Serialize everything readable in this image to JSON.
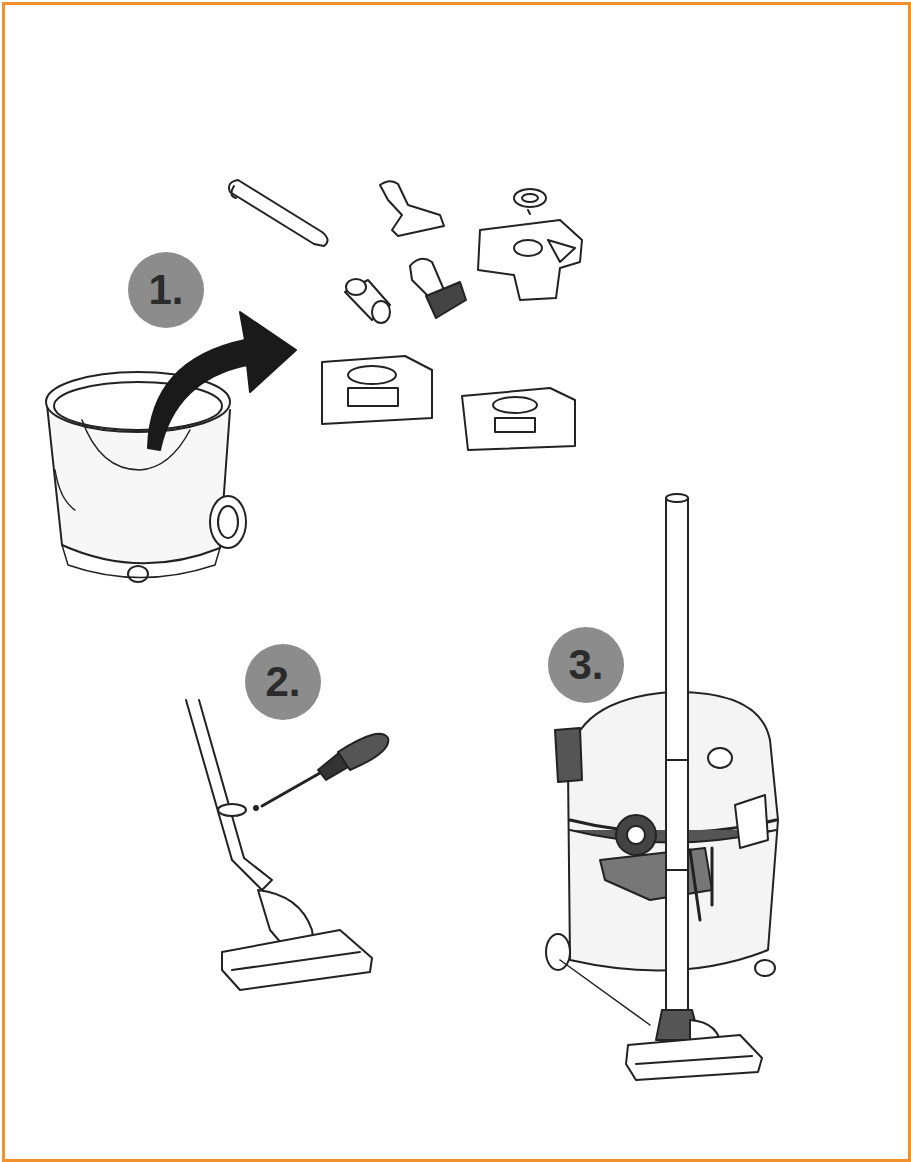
{
  "diagram": {
    "nodes": [
      {
        "text": [
          "1."
        ]
      },
      {
        "text": [
          "2."
        ]
      },
      {
        "text": [
          "3."
        ]
      }
    ]
  }
}
